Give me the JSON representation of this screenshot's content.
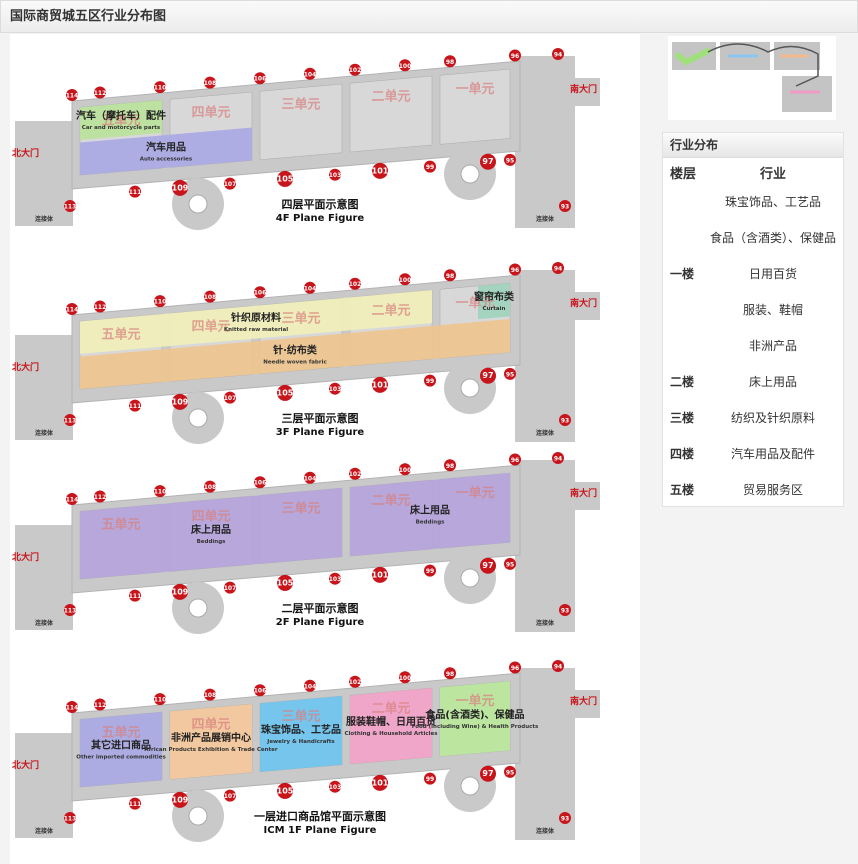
{
  "header": {
    "title": "国际商贸城五区行业分布图"
  },
  "colors": {
    "gate": "#c8141b",
    "unit_text": "#d9807f",
    "building": "#c9c9c9",
    "building_dark": "#b3b3b3"
  },
  "plan_common": {
    "north_gate": "北大门",
    "south_gate": "南大门",
    "corridor": "连接体",
    "gates_top": [
      "114",
      "112",
      "110",
      "108",
      "106",
      "104",
      "102",
      "100",
      "98",
      "96",
      "94"
    ],
    "gates_bottom": [
      "113",
      "111",
      "109",
      "107",
      "105",
      "103",
      "101",
      "99",
      "97",
      "95",
      "93"
    ],
    "units": [
      "五单元",
      "四单元",
      "三单元",
      "二单元",
      "一单元"
    ]
  },
  "floors": [
    {
      "title": "四层平面示意图",
      "title_en": "4F Plane Figure",
      "zones": [
        {
          "label": "汽车（摩托车）配件",
          "label_en": "Car and motorcycle parts",
          "color": "#b9e29a",
          "units": [
            0
          ],
          "part": "upper"
        },
        {
          "label": "汽车用品",
          "label_en": "Auto accessories",
          "color": "#a9a9e6",
          "units": [
            0,
            1
          ],
          "part": "lower"
        }
      ]
    },
    {
      "title": "三层平面示意图",
      "title_en": "3F Plane Figure",
      "zones": [
        {
          "label": "针织原材料",
          "label_en": "Knitted raw material",
          "color": "#f1efb8",
          "units": [
            0,
            1,
            2,
            3
          ],
          "part": "upper"
        },
        {
          "label": "针·纺布类",
          "label_en": "Needle woven fabric",
          "color": "#eec58e",
          "units": [
            0,
            1,
            2,
            3,
            4
          ],
          "part": "lower"
        },
        {
          "label": "窗帘布类",
          "label_en": "Curtain",
          "color": "#9fd3bd",
          "units": [
            4
          ],
          "part": "upper"
        }
      ]
    },
    {
      "title": "二层平面示意图",
      "title_en": "2F Plane Figure",
      "zones": [
        {
          "label": "床上用品",
          "label_en": "Beddings",
          "color": "#b4a2dc",
          "units": [
            0,
            1,
            2
          ],
          "part": "full"
        },
        {
          "label": "床上用品",
          "label_en": "Beddings",
          "color": "#b4a2dc",
          "units": [
            3,
            4
          ],
          "part": "full"
        }
      ]
    },
    {
      "title": "一层进口商品馆平面示意图",
      "title_en": "ICM  1F Plane Figure",
      "zones": [
        {
          "label": "其它进口商品",
          "label_en": "Other imported commodities",
          "color": "#a7a7e3",
          "units": [
            0
          ],
          "part": "full"
        },
        {
          "label": "非洲产品展销中心",
          "label_en": "African Products Exhibition & Trade Center",
          "color": "#f4c79a",
          "units": [
            1
          ],
          "part": "full"
        },
        {
          "label": "珠宝饰品、工艺品",
          "label_en": "Jewelry & Handicrafts",
          "color": "#6cc3ef",
          "units": [
            2
          ],
          "part": "full"
        },
        {
          "label": "服装鞋帽、日用百货",
          "label_en": "Clothing & Household Articles",
          "color": "#f2a1c8",
          "units": [
            3
          ],
          "part": "full"
        },
        {
          "label": "食品(含酒类)、保健品",
          "label_en": "Food (including Wine) & Health Products",
          "color": "#b9e79a",
          "units": [
            4
          ],
          "part": "full"
        }
      ]
    }
  ],
  "panel": {
    "title": "行业分布",
    "col_floor": "楼层",
    "col_industry": "行业",
    "rows": [
      {
        "floor": "",
        "industry": "珠宝饰品、工艺品"
      },
      {
        "floor": "",
        "industry": "食品（含酒类）、保健品"
      },
      {
        "floor": "一楼",
        "industry": "日用百货"
      },
      {
        "floor": "",
        "industry": "服装、鞋帽"
      },
      {
        "floor": "",
        "industry": "非洲产品"
      },
      {
        "floor": "二楼",
        "industry": "床上用品"
      },
      {
        "floor": "三楼",
        "industry": "纺织及针织原料"
      },
      {
        "floor": "四楼",
        "industry": "汽车用品及配件"
      },
      {
        "floor": "五楼",
        "industry": "贸易服务区"
      }
    ]
  }
}
